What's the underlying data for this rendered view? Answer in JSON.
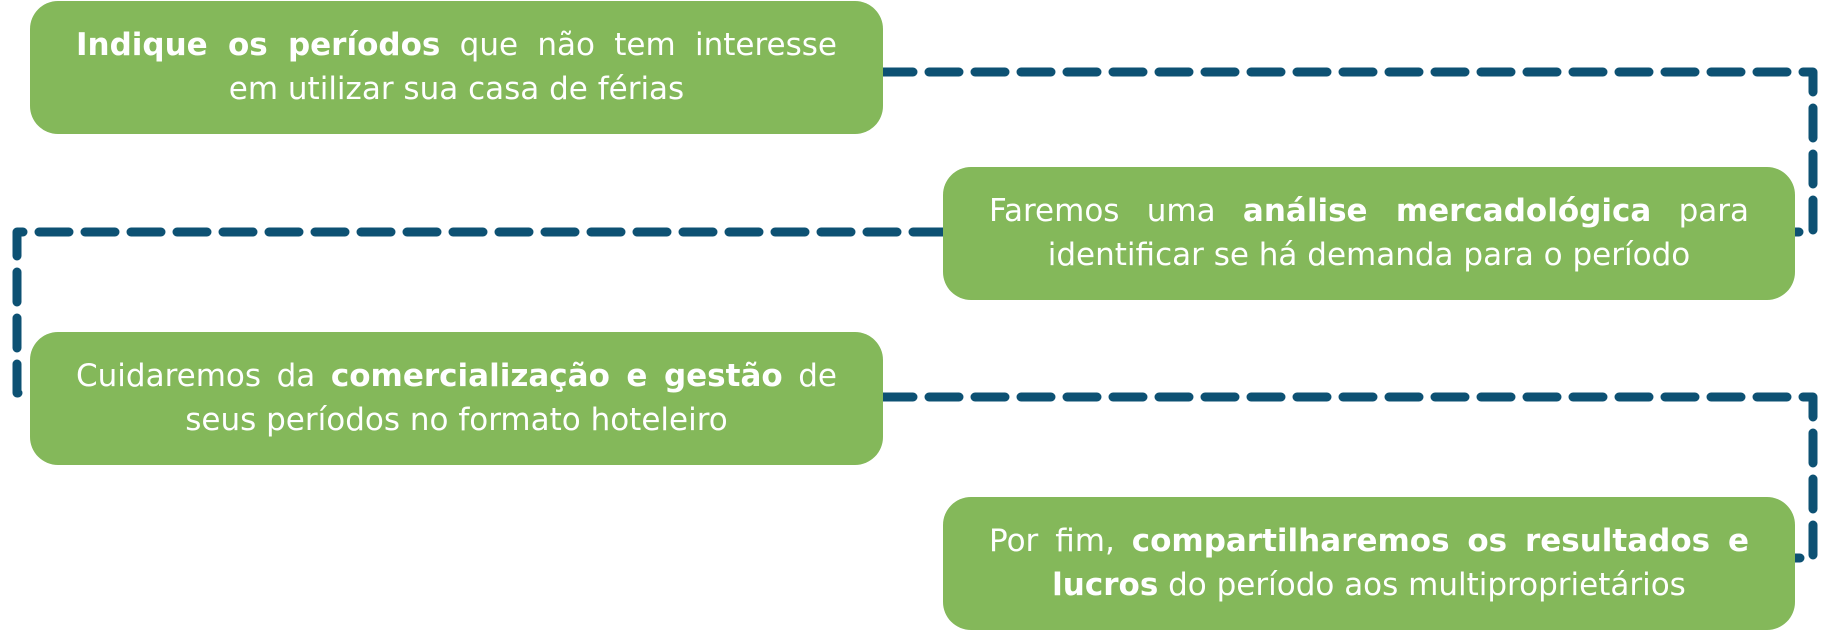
{
  "theme": {
    "box_color": "#84b85a",
    "text_color": "#ffffff",
    "connector_color": "#0d5173"
  },
  "steps": [
    {
      "bold": "Indique os períodos",
      "after": " que não tem interesse em utilizar sua casa de férias"
    },
    {
      "before": "Faremos uma ",
      "bold": "análise mercadológica",
      "after": " para identificar se há demanda para o período"
    },
    {
      "before": "Cuidaremos da ",
      "bold": "comercialização e gestão",
      "after": " de seus períodos no formato hoteleiro"
    },
    {
      "before": "Por fim, ",
      "bold": "compartilharemos os resultados e lucros",
      "after": " do período aos multiproprietários"
    }
  ]
}
